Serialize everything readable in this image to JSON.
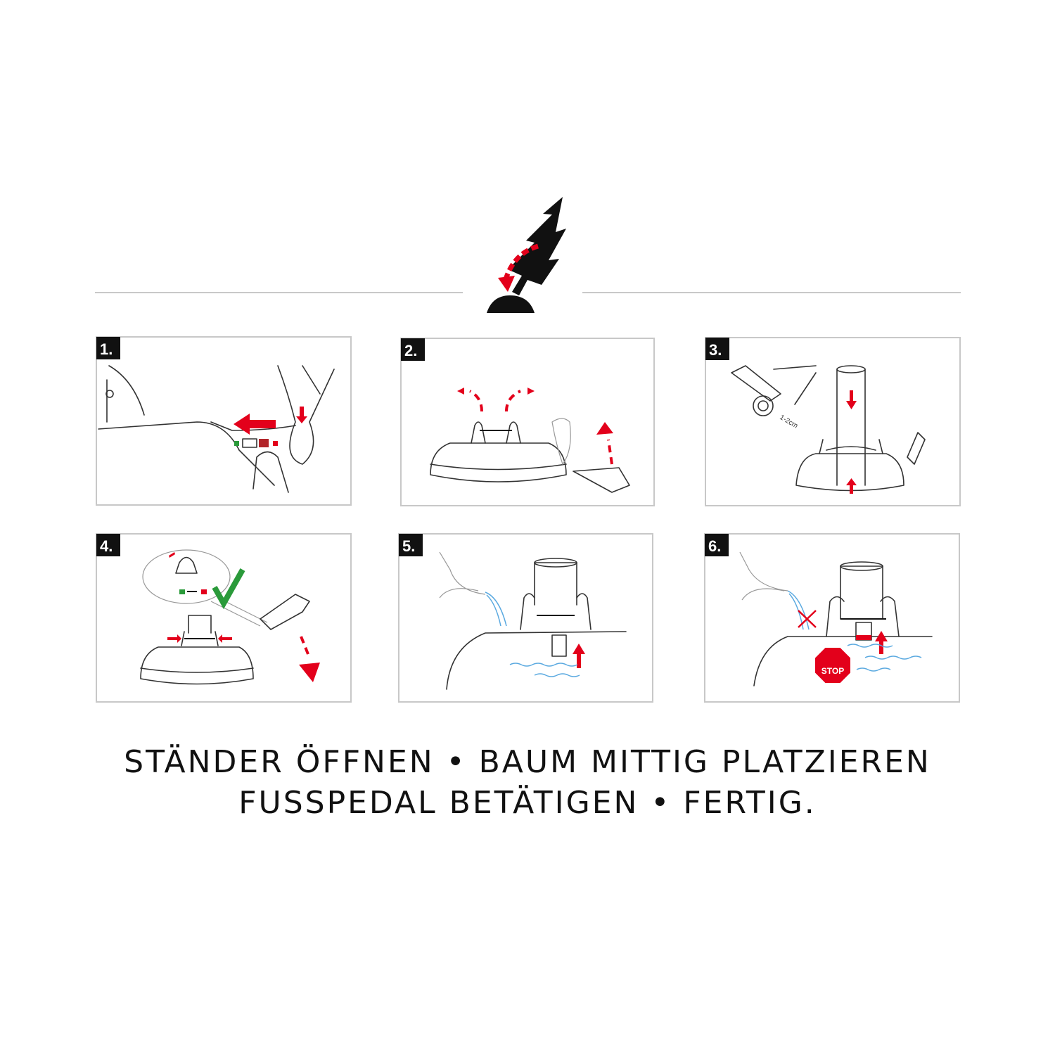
{
  "steps": [
    {
      "number": "1."
    },
    {
      "number": "2."
    },
    {
      "number": "3.",
      "annotation": "1-2cm"
    },
    {
      "number": "4."
    },
    {
      "number": "5."
    },
    {
      "number": "6.",
      "stop_sign": "STOP"
    }
  ],
  "caption": {
    "line1": "STÄNDER ÖFFNEN • BAUM MITTIG PLATZIEREN",
    "line2": "FUSSPEDAL BETÄTIGEN • FERTIG."
  },
  "colors": {
    "accent": "#e3001b",
    "water": "#5aa9e0",
    "ok": "#2a9a3a"
  }
}
